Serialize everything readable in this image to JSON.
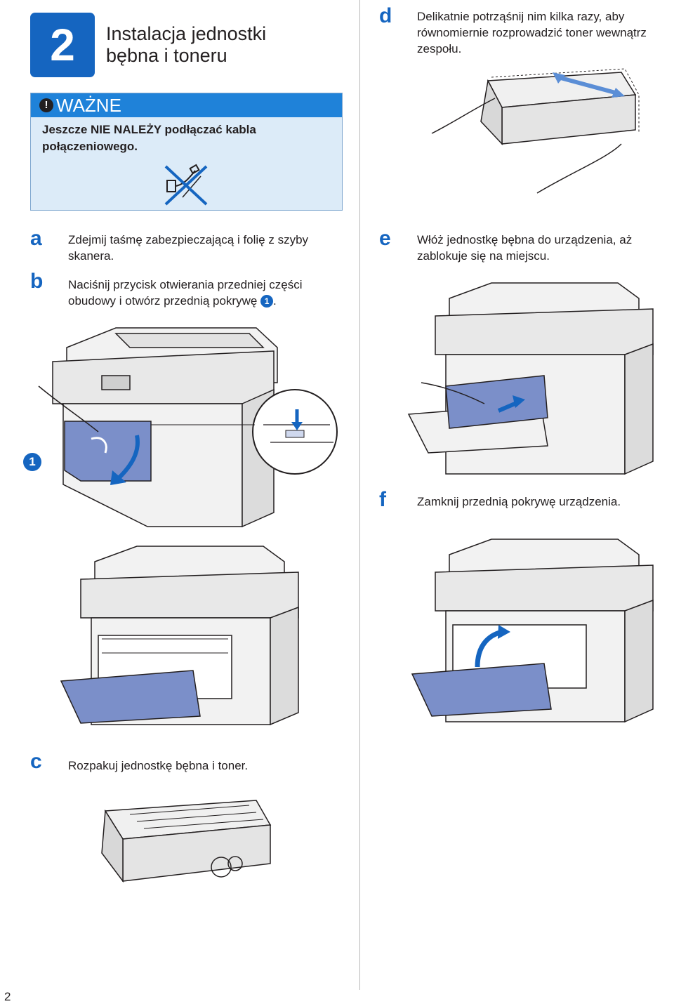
{
  "header": {
    "step_number": "2",
    "title_line1": "Instalacja jednostki",
    "title_line2": "bębna i toneru"
  },
  "notice": {
    "title": "WAŻNE",
    "icon": "exclamation-icon",
    "text_line1": "Jeszcze NIE NALEŻY podłączać kabla",
    "text_line2": "połączeniowego."
  },
  "steps": {
    "a": {
      "letter": "a",
      "line1": "Zdejmij taśmę zabezpieczającą i folię z szyby",
      "line2": "skanera."
    },
    "b": {
      "letter": "b",
      "line1": "Naciśnij przycisk otwierania przedniej części",
      "line2_prefix": "obudowy i otwórz przednią pokrywę ",
      "callout": "1",
      "line2_suffix": "."
    },
    "c": {
      "letter": "c",
      "line1": "Rozpakuj jednostkę bębna i toner."
    },
    "d": {
      "letter": "d",
      "line1": "Delikatnie potrząśnij nim kilka razy, aby",
      "line2": "równomiernie rozprowadzić toner wewnątrz",
      "line3": "zespołu."
    },
    "e": {
      "letter": "e",
      "line1": "Włóż jednostkę bębna do urządzenia, aż",
      "line2": "zablokuje się na miejscu."
    },
    "f": {
      "letter": "f",
      "line1": "Zamknij przednią pokrywę urządzenia."
    }
  },
  "illustration_callout": "1",
  "page_number": "2",
  "colors": {
    "accent": "#1565c0",
    "notice_bg": "#dcebf8",
    "notice_header": "#1f82d9",
    "cover_blue": "#7b8fc9"
  }
}
